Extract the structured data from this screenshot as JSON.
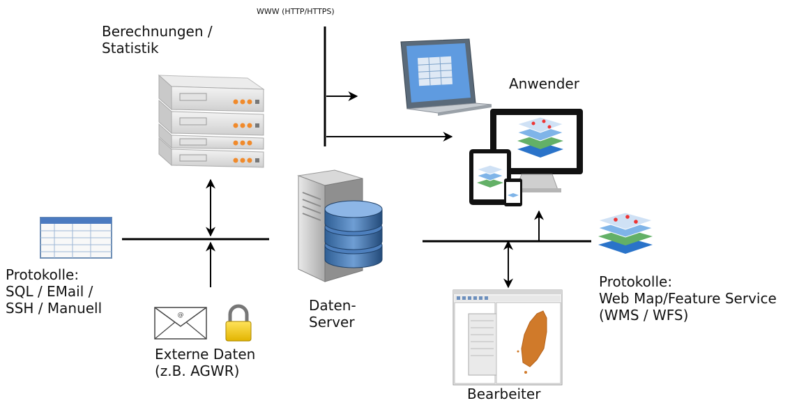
{
  "labels": {
    "www": "WWW (HTTP/HTTPS)",
    "calc": [
      "Berechnungen /",
      "Statistik"
    ],
    "user": "Anwender",
    "protocols_left": [
      "Protokolle:",
      "SQL / EMail /",
      "SSH / Manuell"
    ],
    "external": [
      "Externe Daten",
      "(z.B. AGWR)"
    ],
    "server": [
      "Daten-",
      "Server"
    ],
    "protocols_right": [
      "Protokolle:",
      "Web Map/Feature Service",
      "(WMS / WFS)"
    ],
    "editor": "Bearbeiter"
  }
}
